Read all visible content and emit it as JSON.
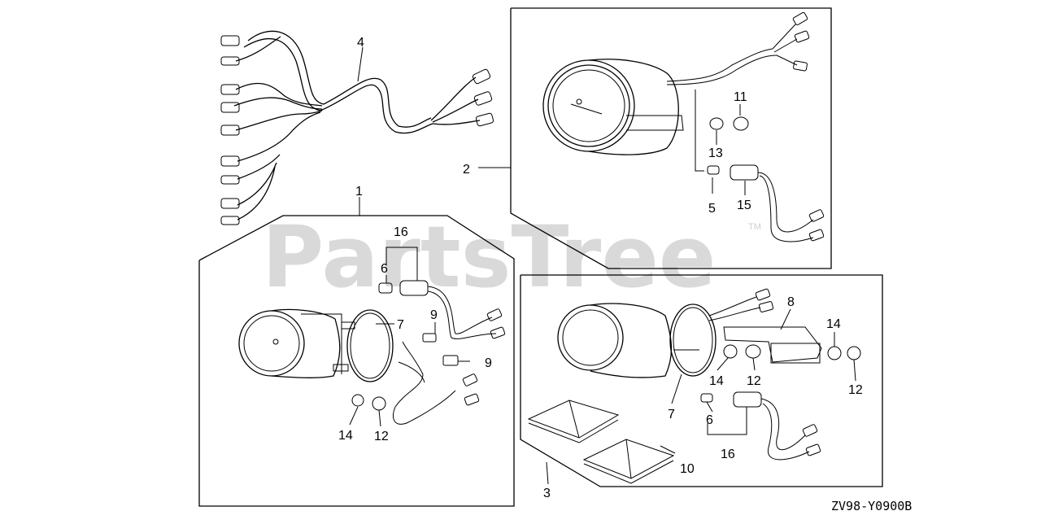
{
  "diagram": {
    "watermark": "PartsTree",
    "watermark_tm": "TM",
    "drawing_code": "ZV98-Y0900B",
    "callouts": [
      {
        "id": "c4",
        "label": "4"
      },
      {
        "id": "c11",
        "label": "11"
      },
      {
        "id": "c13",
        "label": "13"
      },
      {
        "id": "c2",
        "label": "2"
      },
      {
        "id": "c5",
        "label": "5"
      },
      {
        "id": "c15",
        "label": "15"
      },
      {
        "id": "c1",
        "label": "1"
      },
      {
        "id": "c16a",
        "label": "16"
      },
      {
        "id": "c6a",
        "label": "6"
      },
      {
        "id": "c7a",
        "label": "7"
      },
      {
        "id": "c9a",
        "label": "9"
      },
      {
        "id": "c9b",
        "label": "9"
      },
      {
        "id": "c14a",
        "label": "14"
      },
      {
        "id": "c12a",
        "label": "12"
      },
      {
        "id": "c8",
        "label": "8"
      },
      {
        "id": "c14b",
        "label": "14"
      },
      {
        "id": "c14c",
        "label": "14"
      },
      {
        "id": "c12b",
        "label": "12"
      },
      {
        "id": "c12c",
        "label": "12"
      },
      {
        "id": "c7b",
        "label": "7"
      },
      {
        "id": "c6b",
        "label": "6"
      },
      {
        "id": "c16b",
        "label": "16"
      },
      {
        "id": "c10",
        "label": "10"
      },
      {
        "id": "c3",
        "label": "3"
      }
    ]
  }
}
